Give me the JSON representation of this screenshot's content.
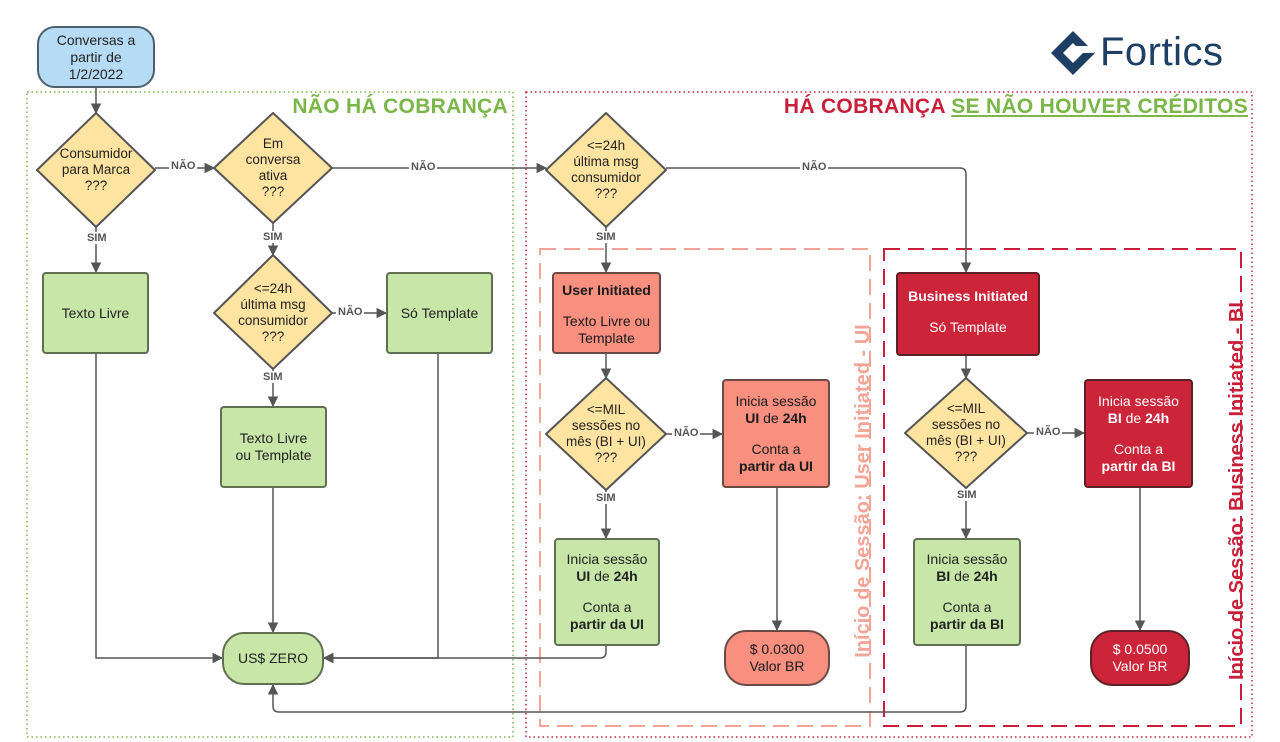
{
  "brand": {
    "name": "Fortics",
    "color": "#1e3f63",
    "icon": "fortics-logo-icon"
  },
  "colors": {
    "free_region": "#7ab648",
    "paid_region": "#c8203a",
    "ui_session": "#f88f7f",
    "bi_session": "#cc2438",
    "decision": "#ffe3a0",
    "green_box": "#c7e6a8",
    "start": "#b6dcf5"
  },
  "regions": {
    "free": {
      "title": "NÃO HÁ COBRANÇA"
    },
    "paid": {
      "title_part1": "HÁ COBRANÇA ",
      "title_part2": "SE NÃO HOUVER CRÉDITOS"
    },
    "ui_session": {
      "title": "Início de Sessão: User Initiated - UI"
    },
    "bi_session": {
      "title": "Início de Sessão: Business Initiated - BI"
    }
  },
  "nodes": {
    "start": [
      "Conversas a",
      "partir de",
      "1/2/2022"
    ],
    "dec_consumer": [
      "Consumidor",
      "para Marca",
      "???"
    ],
    "dec_active": [
      "Em",
      "conversa",
      "ativa",
      "???"
    ],
    "dec_24h_a": [
      "<=24h",
      "última msg",
      "consumidor",
      "???"
    ],
    "dec_24h_b": [
      "<=24h",
      "última msg",
      "consumidor",
      "???"
    ],
    "texto_livre": "Texto Livre",
    "so_template": "Só Template",
    "texto_livre_template": [
      "Texto Livre",
      "ou Template"
    ],
    "zero": "US$ ZERO",
    "user_initiated": {
      "title": "User Initiated",
      "body": [
        "Texto Livre ou",
        "Template"
      ]
    },
    "business_initiated": {
      "title": "Business Initiated",
      "body": "Só Template"
    },
    "dec_mil_ui": [
      "<=MIL",
      "sessões no",
      "mês (BI + UI)",
      "???"
    ],
    "dec_mil_bi": [
      "<=MIL",
      "sessões no",
      "mês (BI + UI)",
      "???"
    ],
    "session_ui_free": {
      "l1": "Inicia sessão",
      "l2a": "UI",
      "l2b": " de ",
      "l2c": "24h",
      "l3": "Conta a",
      "l4": "partir da UI"
    },
    "session_ui_paid": {
      "l1": "Inicia sessão",
      "l2a": "UI",
      "l2b": " de ",
      "l2c": "24h",
      "l3": "Conta a",
      "l4": "partir da UI"
    },
    "session_bi_free": {
      "l1": "Inicia sessão",
      "l2a": "BI",
      "l2b": " de ",
      "l2c": "24h",
      "l3": "Conta a",
      "l4": "partir da BI"
    },
    "session_bi_paid": {
      "l1": "Inicia sessão",
      "l2a": "BI",
      "l2b": " de ",
      "l2c": "24h",
      "l3": "Conta a",
      "l4": "partir da BI"
    },
    "price_ui": [
      "$ 0.0300",
      "Valor BR"
    ],
    "price_bi": [
      "$ 0.0500",
      "Valor BR"
    ]
  },
  "edge_labels": {
    "yes": "SIM",
    "no": "NÃO"
  }
}
